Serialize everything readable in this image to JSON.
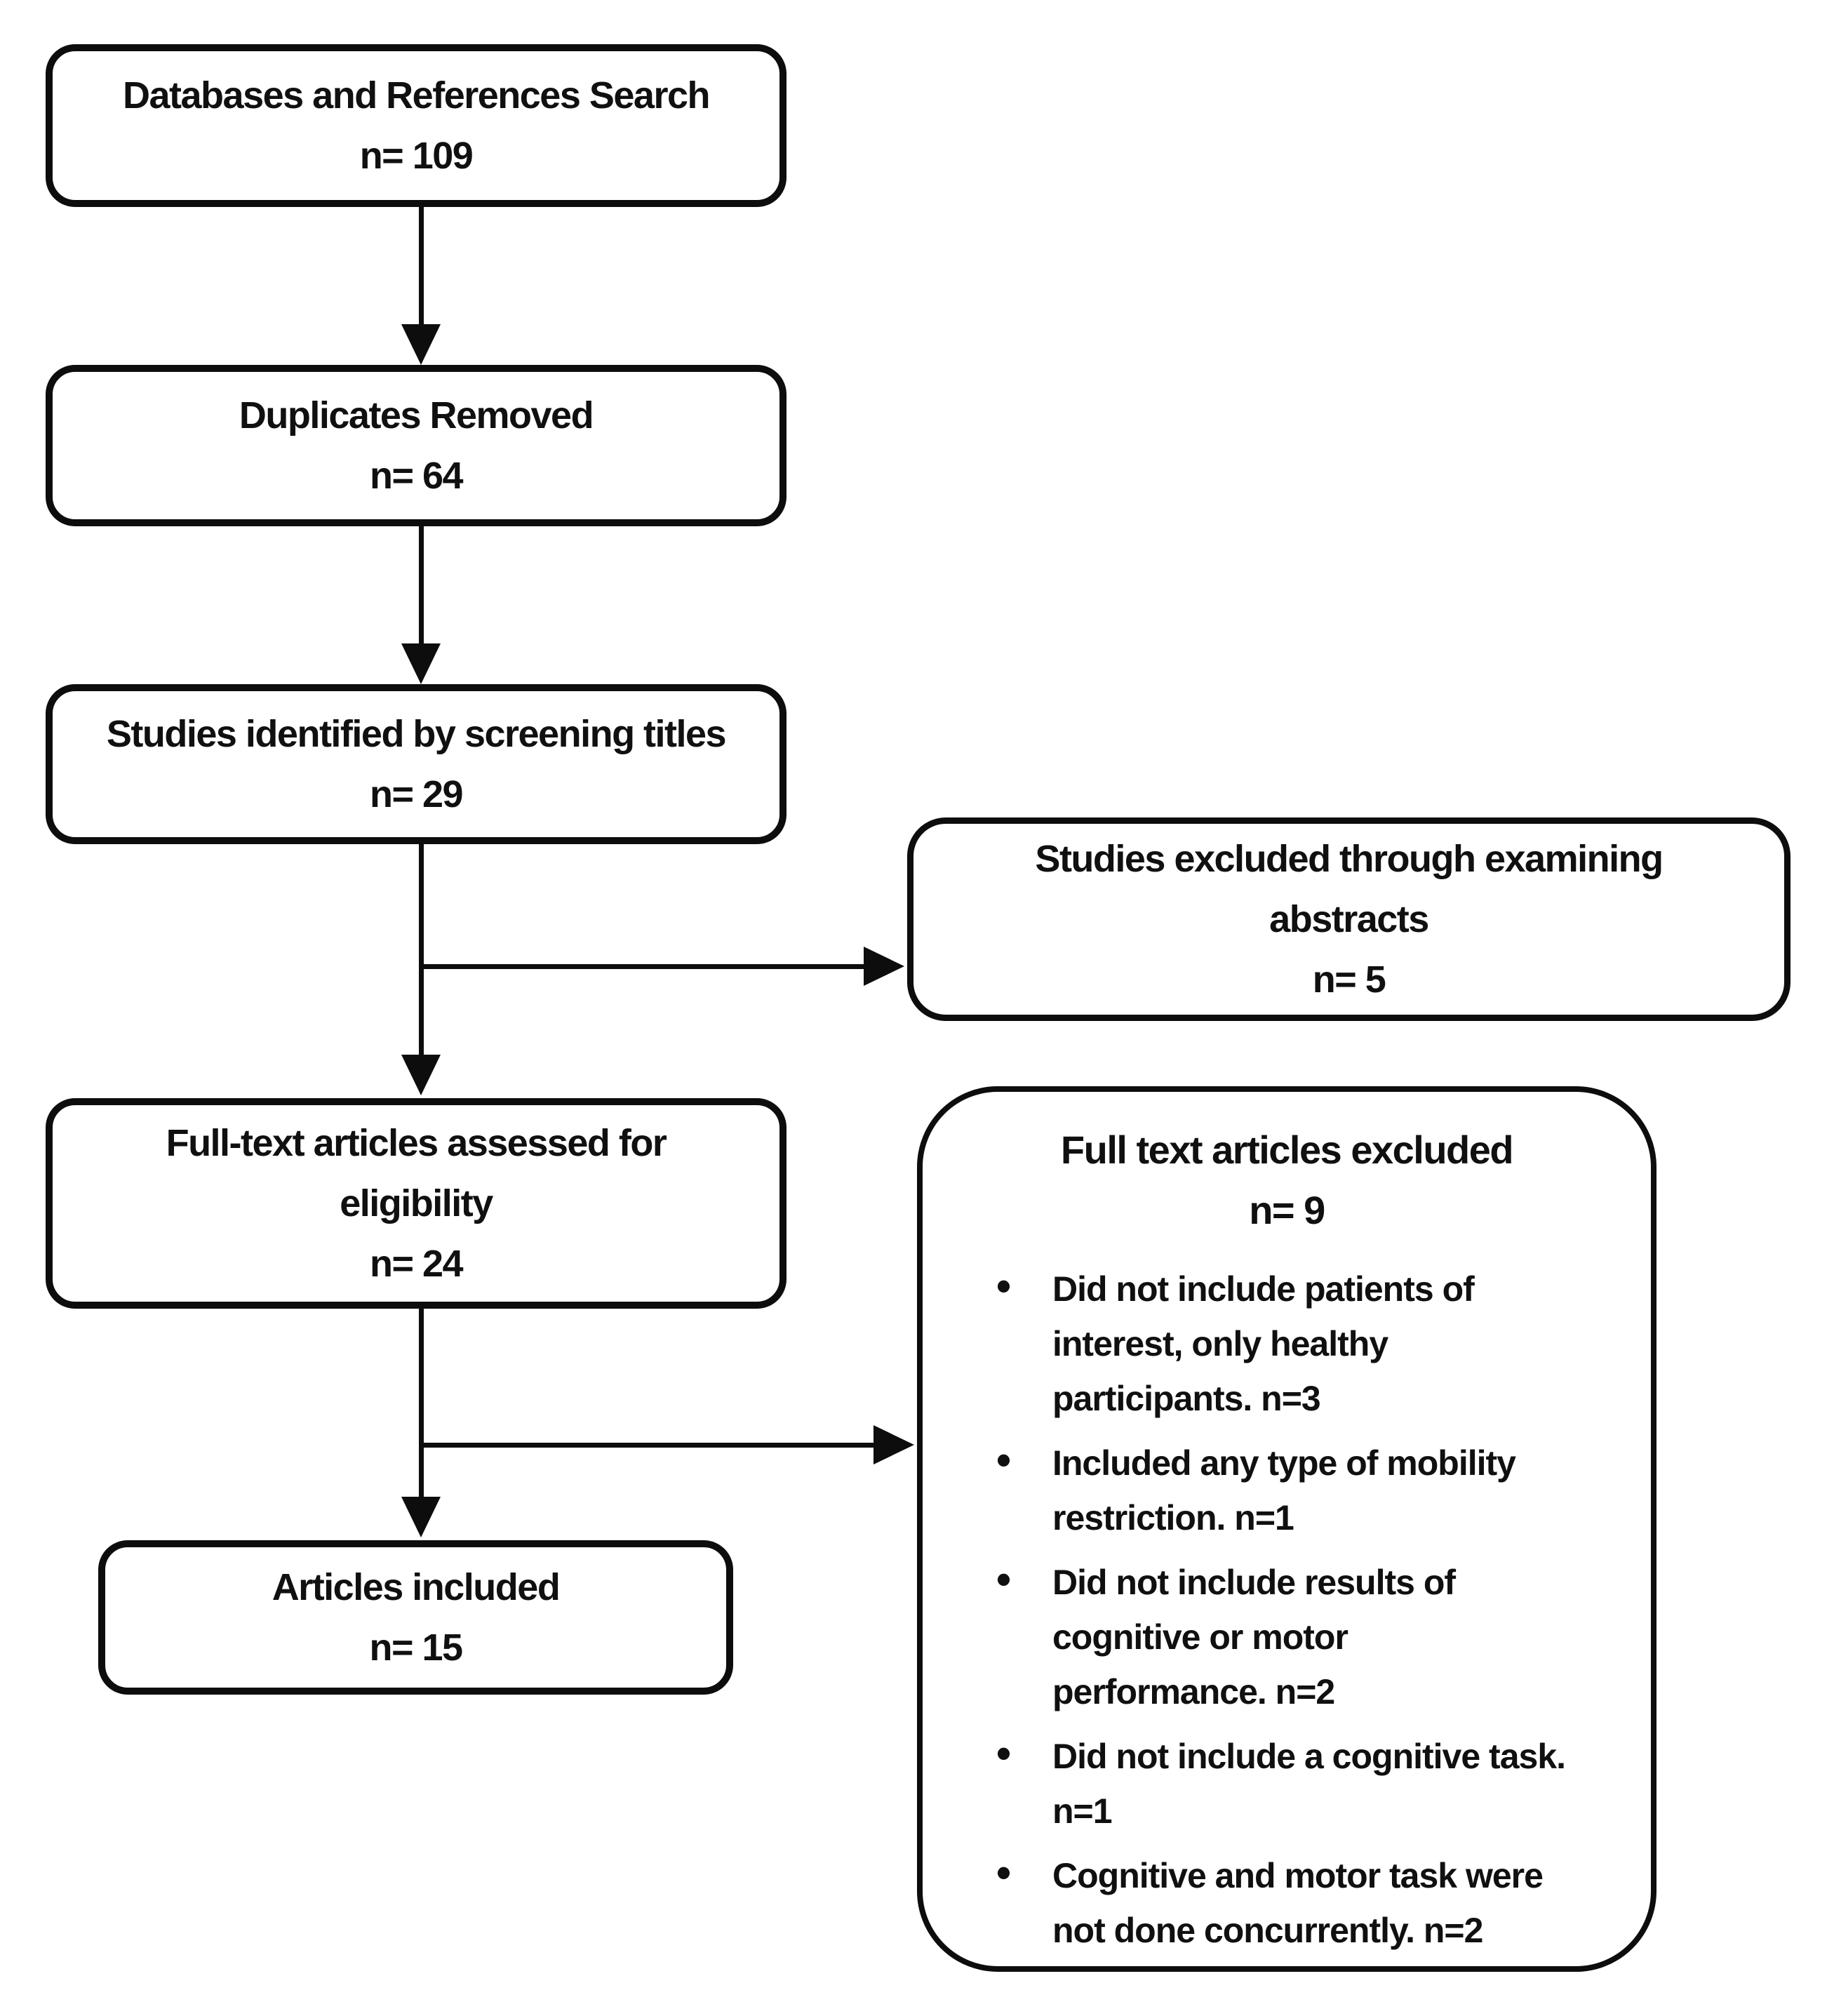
{
  "diagram": {
    "boxes": {
      "search": {
        "label": "Databases and References Search",
        "count": "n= 109"
      },
      "duplicates": {
        "label": "Duplicates Removed",
        "count": "n= 64"
      },
      "titles": {
        "label": "Studies identified by screening titles",
        "count": "n= 29"
      },
      "fulltext": {
        "label": "Full-text articles assessed for\neligibility",
        "count": "n= 24"
      },
      "included": {
        "label": "Articles included",
        "count": "n= 15"
      },
      "excluded_abstracts": {
        "label": "Studies excluded through examining\nabstracts",
        "count": "n= 5"
      },
      "excluded_fulltext": {
        "label": "Full text articles excluded",
        "count": "n= 9",
        "reasons": [
          "Did not include patients of\ninterest, only healthy\nparticipants. n=3",
          "Included any type of mobility\nrestriction. n=1",
          "Did not include results of\ncognitive or motor\nperformance. n=2",
          "Did not include a cognitive task.\nn=1",
          "Cognitive and motor task were\nnot done concurrently. n=2"
        ]
      }
    },
    "colors": {
      "line": "#0d0d0d",
      "background": "#ffffff",
      "text": "#101010"
    }
  }
}
